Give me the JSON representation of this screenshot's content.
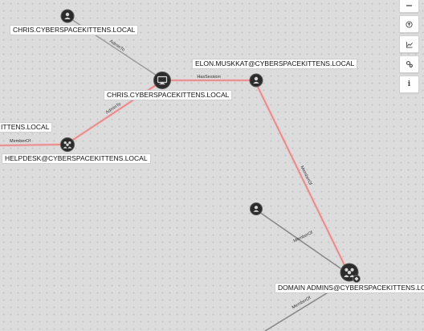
{
  "labels": {
    "chris_user": "CHRIS.CYBERSPACEKITTENS.LOCAL",
    "chris_computer": "CHRIS.CYBERSPACEKITTENS.LOCAL",
    "elon": "ELON.MUSKKAT@CYBERSPACEKITTENS.LOCAL",
    "helpdesk": "HELPDESK@CYBERSPACEKITTENS.LOCAL",
    "domain_admins": "DOMAIN ADMINS@CYBERSPACEKITTENS.LOCAL",
    "partial_left": "ITTENS.LOCAL"
  },
  "edges": {
    "admin_to_top": "AdminTo",
    "admin_to_bottom": "AdminTo",
    "has_session": "HasSession",
    "member_of_helpdesk": "MemberOf",
    "member_of_elon": "MemberOf",
    "member_of_mid": "MemberOf",
    "member_of_bottom": "MemberOf"
  },
  "toolbar": {
    "icons": [
      "menu-icon",
      "upload-icon",
      "chart-icon",
      "settings-icon",
      "info-icon"
    ],
    "info_label": "i"
  },
  "colors": {
    "highlight_edge": "#e06a6a",
    "normal_edge": "#8a8a8a",
    "node_fill": "#2b2b2b"
  }
}
